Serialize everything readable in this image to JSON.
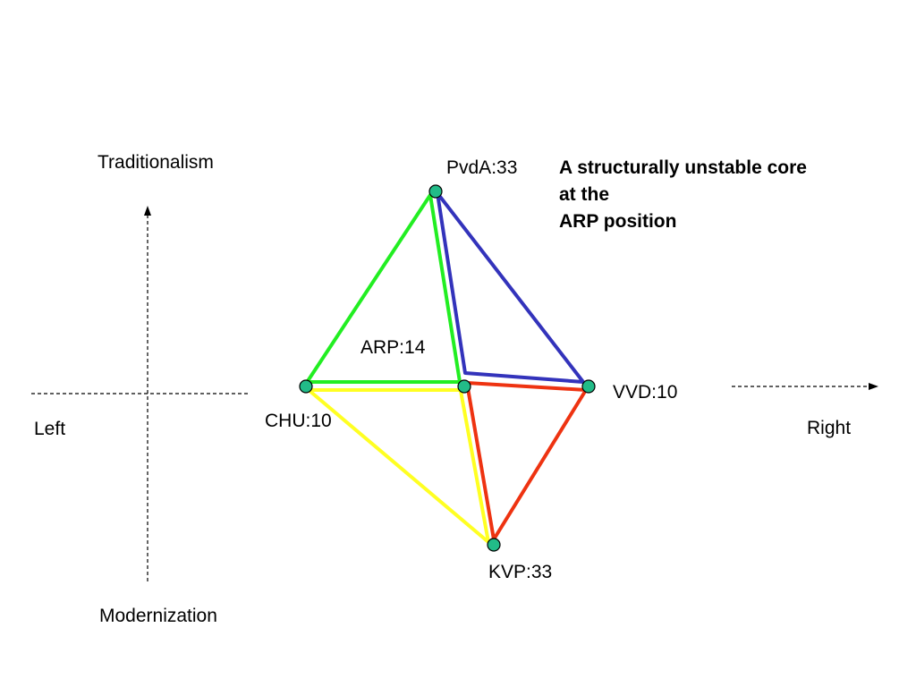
{
  "title_lines": [
    "A structurally unstable core",
    "at the",
    "ARP position"
  ],
  "axes": {
    "top": "Traditionalism",
    "bottom": "Modernization",
    "left": "Left",
    "right": "Right"
  },
  "parties": {
    "pvda": "PvdA:33",
    "arp": "ARP:14",
    "chu": "CHU:10",
    "vvd": "VVD:10",
    "kvp": "KVP:33"
  },
  "coalitions": [
    {
      "color": "#22ee22",
      "members": [
        "pvda",
        "arp",
        "chu"
      ]
    },
    {
      "color": "#3333bb",
      "members": [
        "pvda",
        "arp",
        "vvd"
      ]
    },
    {
      "color": "#ffff22",
      "members": [
        "chu",
        "arp",
        "kvp"
      ]
    },
    {
      "color": "#ee3311",
      "members": [
        "vvd",
        "arp",
        "kvp"
      ]
    }
  ],
  "colors": {
    "node_fill": "#22bb88",
    "node_stroke": "#000000",
    "axis": "#000000"
  }
}
